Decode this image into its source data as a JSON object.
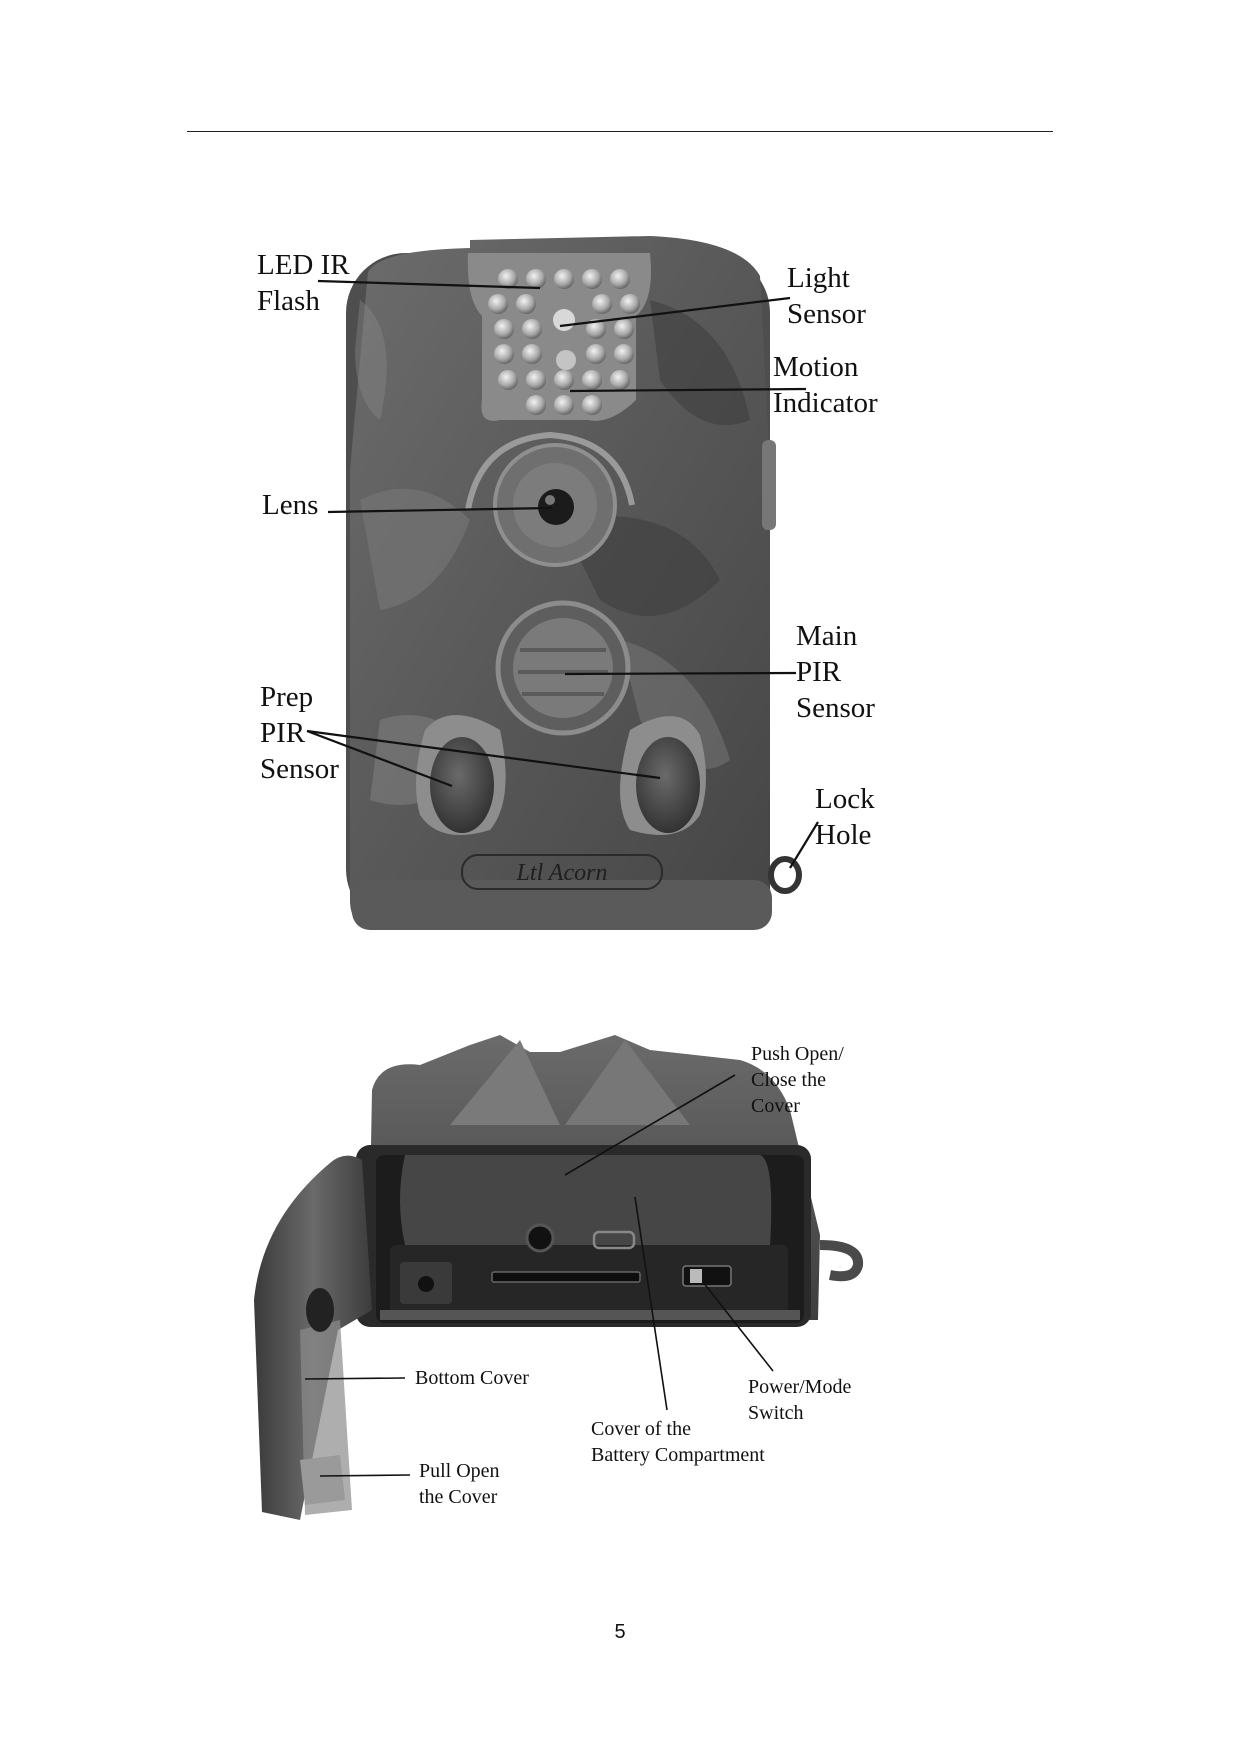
{
  "top_labels": {
    "led_ir_flash": [
      "LED IR",
      "Flash"
    ],
    "light_sensor": [
      "Light",
      "Sensor"
    ],
    "motion_indicator": [
      "Motion",
      "Indicator"
    ],
    "lens": "Lens",
    "main_pir_sensor": [
      "Main",
      "PIR",
      "Sensor"
    ],
    "prep_pir_sensor": [
      "Prep",
      "PIR",
      "Sensor"
    ],
    "lock_hole": [
      "Lock",
      "Hole"
    ],
    "brand_logo": "Ltl Acorn"
  },
  "bottom_labels": {
    "push_open": [
      "Push Open/",
      "Close the",
      "Cover"
    ],
    "bottom_cover": "Bottom Cover",
    "power_mode_switch": [
      "Power/Mode",
      "Switch"
    ],
    "battery_cover": [
      "Cover of the",
      "Battery Compartment"
    ],
    "pull_open": [
      "Pull Open",
      "the Cover"
    ]
  },
  "page_number": "5"
}
